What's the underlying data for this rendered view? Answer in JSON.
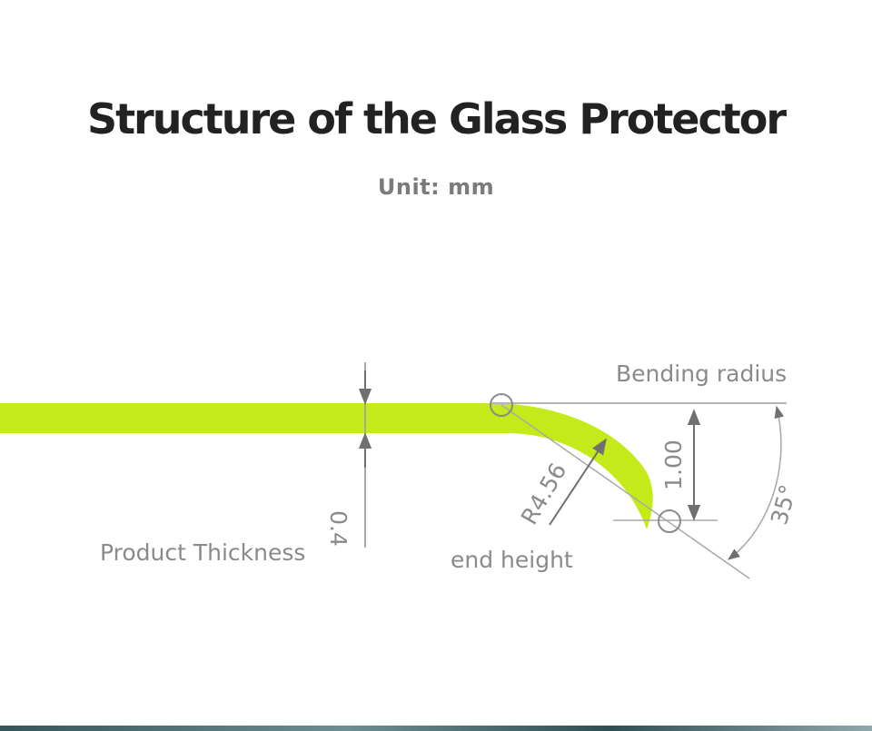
{
  "title": "Structure of the Glass Protector",
  "unit": "Unit: mm",
  "labels": {
    "bending_radius": "Bending radius",
    "product_thickness": "Product Thickness",
    "end_height": "end height"
  },
  "dimensions": {
    "thickness": "0.4",
    "radius": "R4.56",
    "end_height": "1.00",
    "angle": "35°"
  },
  "colors": {
    "glass": "#c4ea1a",
    "dimension_line": "#a8a8a8",
    "arrow": "#707070",
    "text": "#8a8a8a"
  }
}
